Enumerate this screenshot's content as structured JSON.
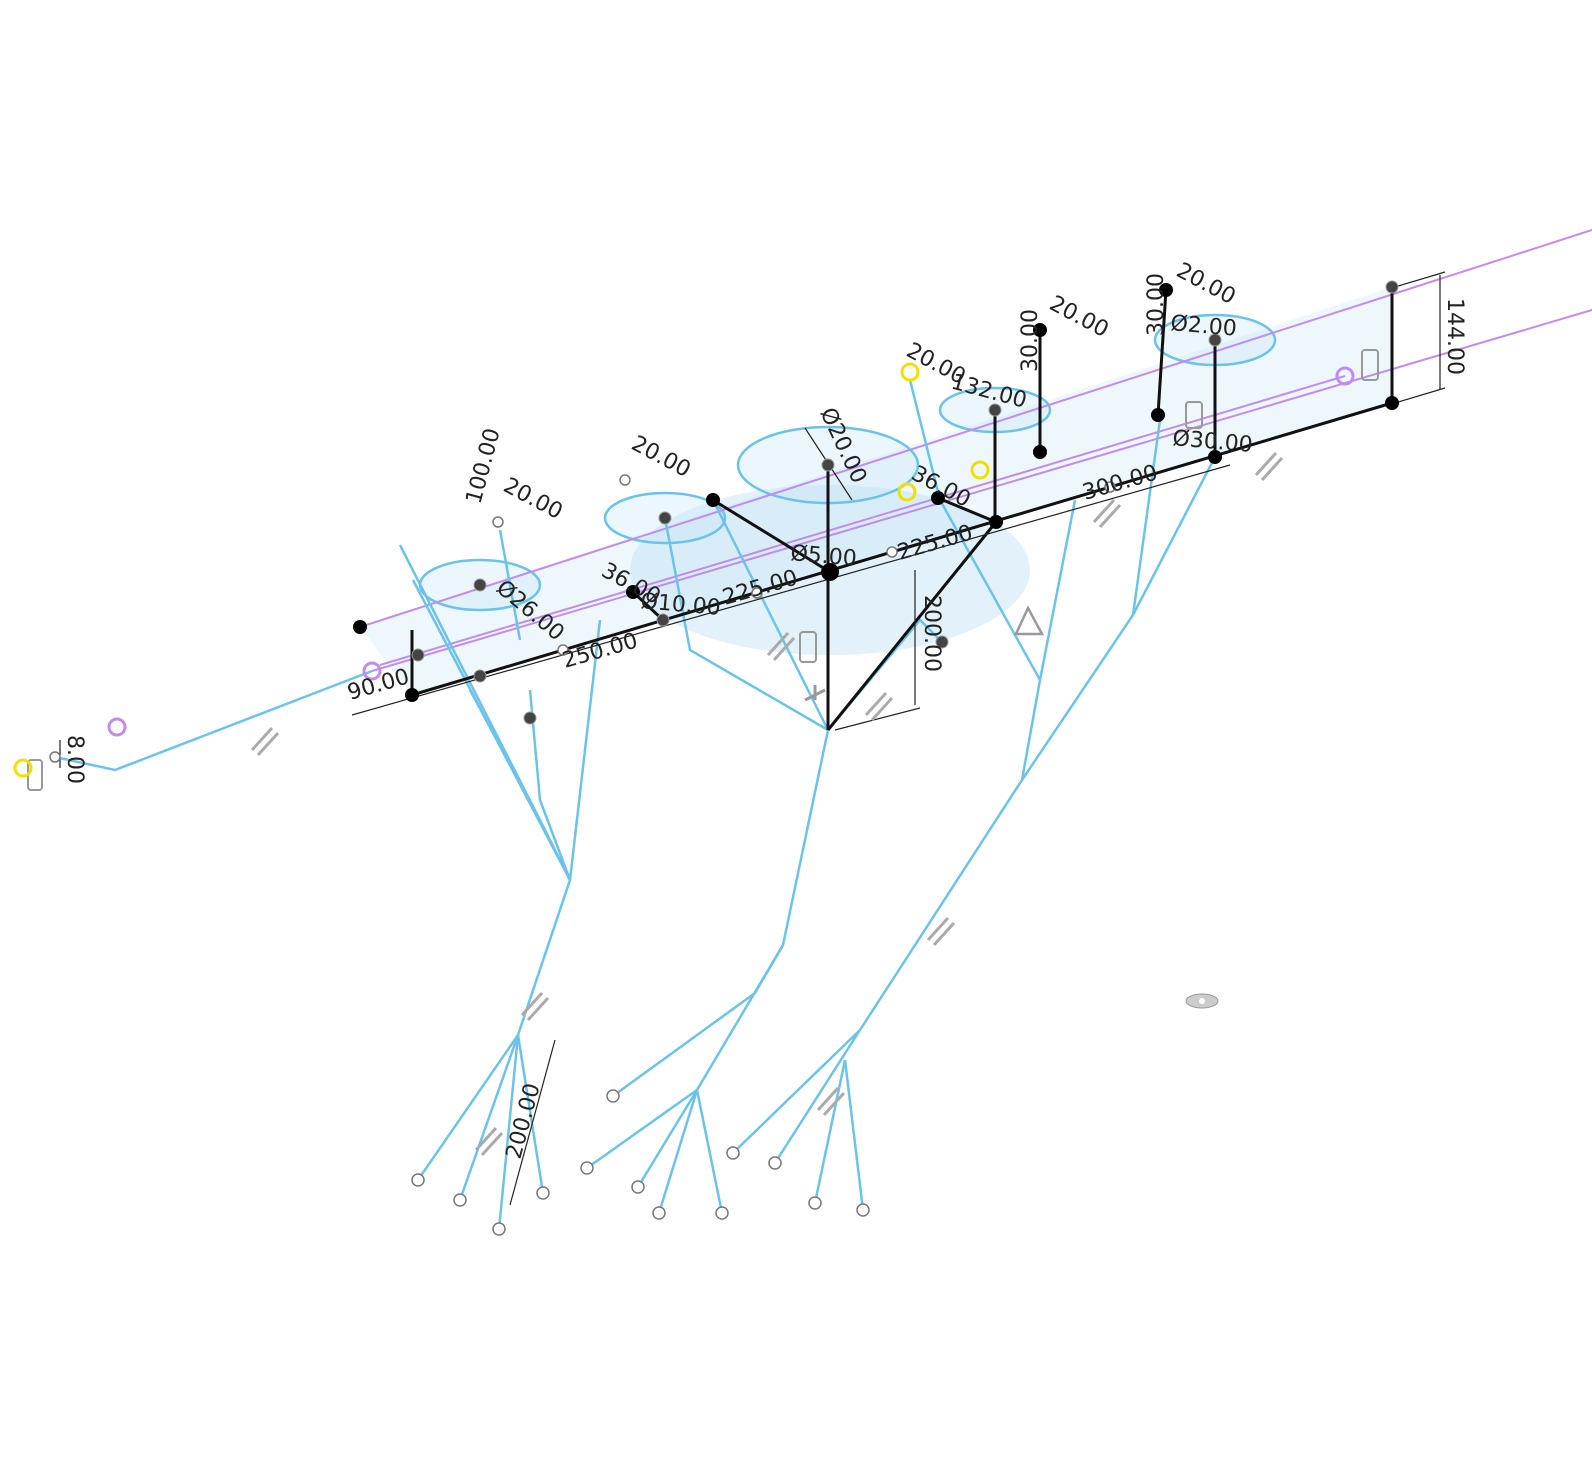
{
  "colors": {
    "sketch_line": "#6cc3e8",
    "construction_line": "#c08cf0",
    "constraint_line": "#111111",
    "selected_point": "#f0e000",
    "plane_fill": "#e6f3fb"
  },
  "labels": [
    "144.00",
    "20.00",
    "20.00",
    "20.00",
    "20.00",
    "20.00",
    "30.00",
    "30.00",
    "132.00",
    "Ø2.00",
    "Ø30.00",
    "300.00",
    "225.00",
    "225.00",
    "250.00",
    "90.00",
    "200.00",
    "8.00",
    "36.00",
    "36.00",
    "Ø5.00",
    "200.00",
    "Ø20.00",
    "100.00",
    "Ø26.00",
    "Ø10.00"
  ],
  "icons": [
    "parallel-constraint-icon",
    "horizontal-constraint-icon",
    "perpendicular-constraint-icon",
    "triangle-constraint-icon",
    "origin-icon"
  ]
}
